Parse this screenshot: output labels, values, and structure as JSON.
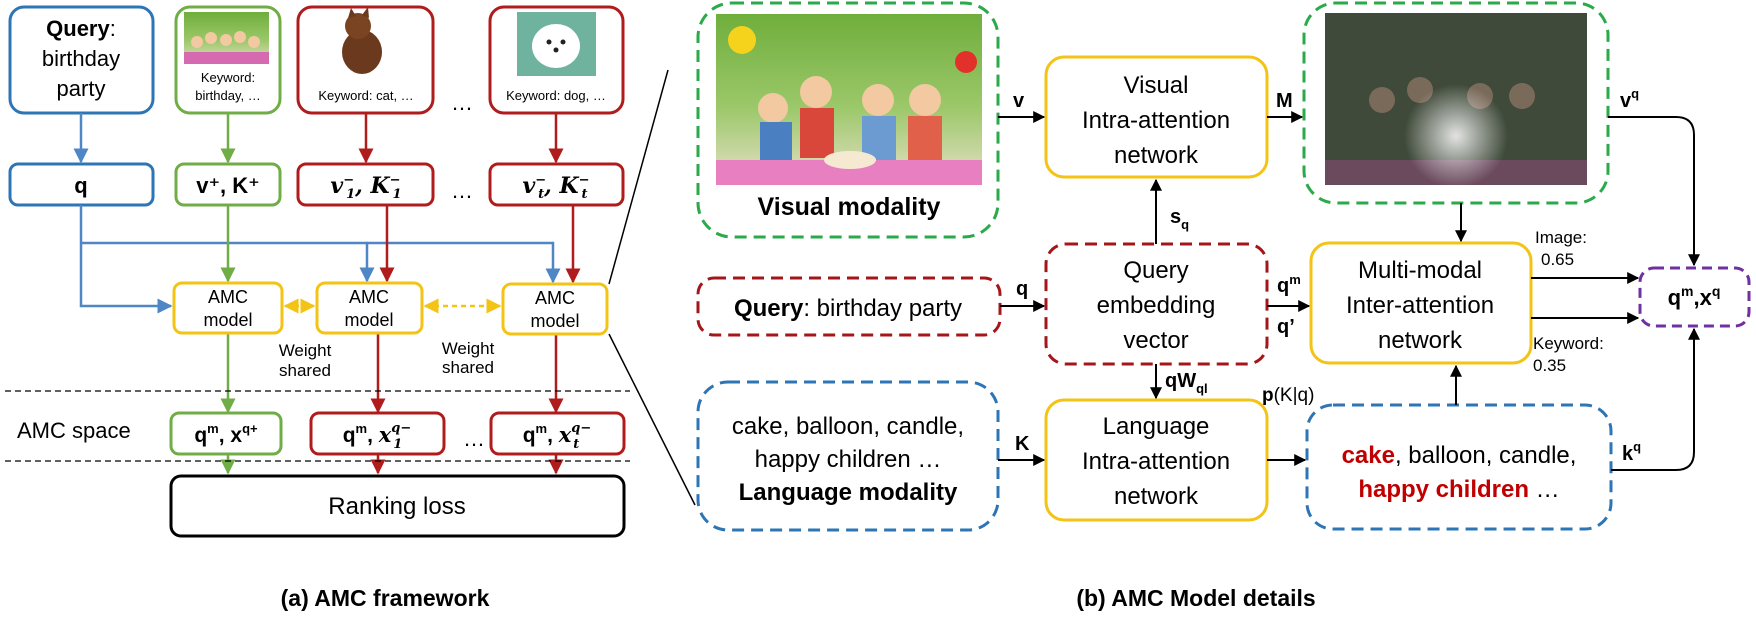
{
  "colors": {
    "blue": "#2e75b6",
    "green": "#70ad47",
    "red": "#b01c1c",
    "yellow": "#f3c316",
    "purple": "#7030a0",
    "dkred": "#c00000",
    "dashgreen": "#2aaa4a",
    "dashblue": "#2e75b6",
    "dashred": "#a4161a"
  },
  "panel_a": {
    "query_label": "Query",
    "query_colon": ":",
    "query_text1": "birthday",
    "query_text2": "party",
    "pos_keyword1": "Keyword:",
    "pos_keyword2": "birthday, …",
    "cat_keyword": "Keyword: cat, …",
    "dog_keyword": "Keyword: dog, …",
    "ellipsis": "…",
    "q": "q",
    "vk_pos": "v⁺, K⁺",
    "v1": "v",
    "v1_sub": "1",
    "v1_sup": "−",
    "k1": "K",
    "k1_sub": "1",
    "k1_sup": "−",
    "vt": "v",
    "vt_sub": "t",
    "vt_sup": "−",
    "kt": "K",
    "kt_sub": "t",
    "kt_sup": "−",
    "amc_model": [
      "AMC",
      "model"
    ],
    "weight_shared": [
      "Weight",
      "shared"
    ],
    "amc_space": "AMC space",
    "qm": "q",
    "m": "m",
    "xq_pos": "x",
    "q_plus": "q+",
    "x1": "x",
    "x1_sub": "1",
    "x1_sup": "q−",
    "xt": "x",
    "xt_sub": "t",
    "xt_sup": "q−",
    "ranking_loss": "Ranking loss",
    "caption": "(a) AMC framework"
  },
  "panel_b": {
    "visual_modality": "Visual modality",
    "v": "v",
    "visual_intra": [
      "Visual",
      "Intra-attention",
      "network"
    ],
    "M": "M",
    "vq": "v",
    "vq_sup": "q",
    "s": "s",
    "s_sub": "q",
    "query_label": "Query",
    "query_text": ": birthday party",
    "q": "q",
    "query_embed": [
      "Query",
      "embedding",
      "vector"
    ],
    "qm": "q",
    "qm_sup": "m",
    "qprime": "q’",
    "multimodal": [
      "Multi-modal",
      "Inter-attention",
      "network"
    ],
    "image_label": "Image:",
    "image_weight": "0.65",
    "keyword_label": "Keyword:",
    "keyword_weight": "0.35",
    "out_q": "q",
    "out_m": "m",
    "out_x": ",x",
    "out_xq": "q",
    "qW": "qW",
    "qW_sub": "ql",
    "pKq": "p",
    "pKq_rest": "(K|q)",
    "lang_words1": "cake, balloon,  candle,",
    "lang_words2": "happy children …",
    "language_modality": "Language modality",
    "K": "K",
    "lang_intra": [
      "Language",
      "Intra-attention",
      "network"
    ],
    "att_cake": "cake",
    "att_rest1": ", balloon,  candle,",
    "att_happy": "happy children",
    "att_rest2": " …",
    "kq": "k",
    "kq_sup": "q",
    "caption": "(b) AMC Model details"
  }
}
